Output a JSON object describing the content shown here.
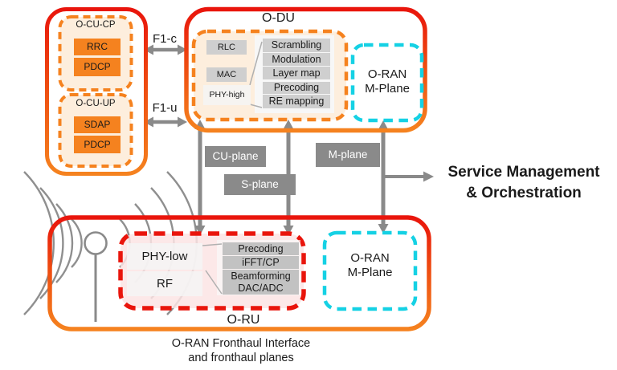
{
  "ocu": {
    "cp": {
      "title": "O-CU-CP",
      "items": [
        "RRC",
        "PDCP"
      ]
    },
    "up": {
      "title": "O-CU-UP",
      "items": [
        "SDAP",
        "PDCP"
      ]
    }
  },
  "interfaces": {
    "f1c": "F1-c",
    "f1u": "F1-u"
  },
  "odu": {
    "title": "O-DU",
    "stack": [
      "RLC",
      "MAC",
      "PHY-high"
    ],
    "functions": [
      "Scrambling",
      "Modulation",
      "Layer map",
      "Precoding",
      "RE mapping"
    ],
    "mplane": {
      "line1": "O-RAN",
      "line2": "M-Plane"
    }
  },
  "oru": {
    "title": "O-RU",
    "stack": [
      "PHY-low",
      "RF"
    ],
    "functions": [
      "Precoding",
      "iFFT/CP",
      "Beamforming",
      "DAC/ADC"
    ],
    "mplane": {
      "line1": "O-RAN",
      "line2": "M-Plane"
    }
  },
  "planes": {
    "cu": "CU-plane",
    "s": "S-plane",
    "m": "M-plane"
  },
  "smo": {
    "line1": "Service Management",
    "line2": "& Orchestration"
  },
  "caption": {
    "line1": "O-RAN Fronthaul Interface",
    "line2": "and fronthaul planes"
  },
  "icons": {
    "antenna": "antenna-icon",
    "waves": "radio-waves-icon"
  },
  "colors": {
    "red": "#e9150c",
    "orange": "#f5821f",
    "cyan": "#15d1e4",
    "arrow_gray": "#8a8a8a",
    "chip_gray": "#c9c9c9",
    "peach_fill": "#fdeedd",
    "pink_fill": "#fbe4e4",
    "label_gray": "#8a8a8a"
  }
}
